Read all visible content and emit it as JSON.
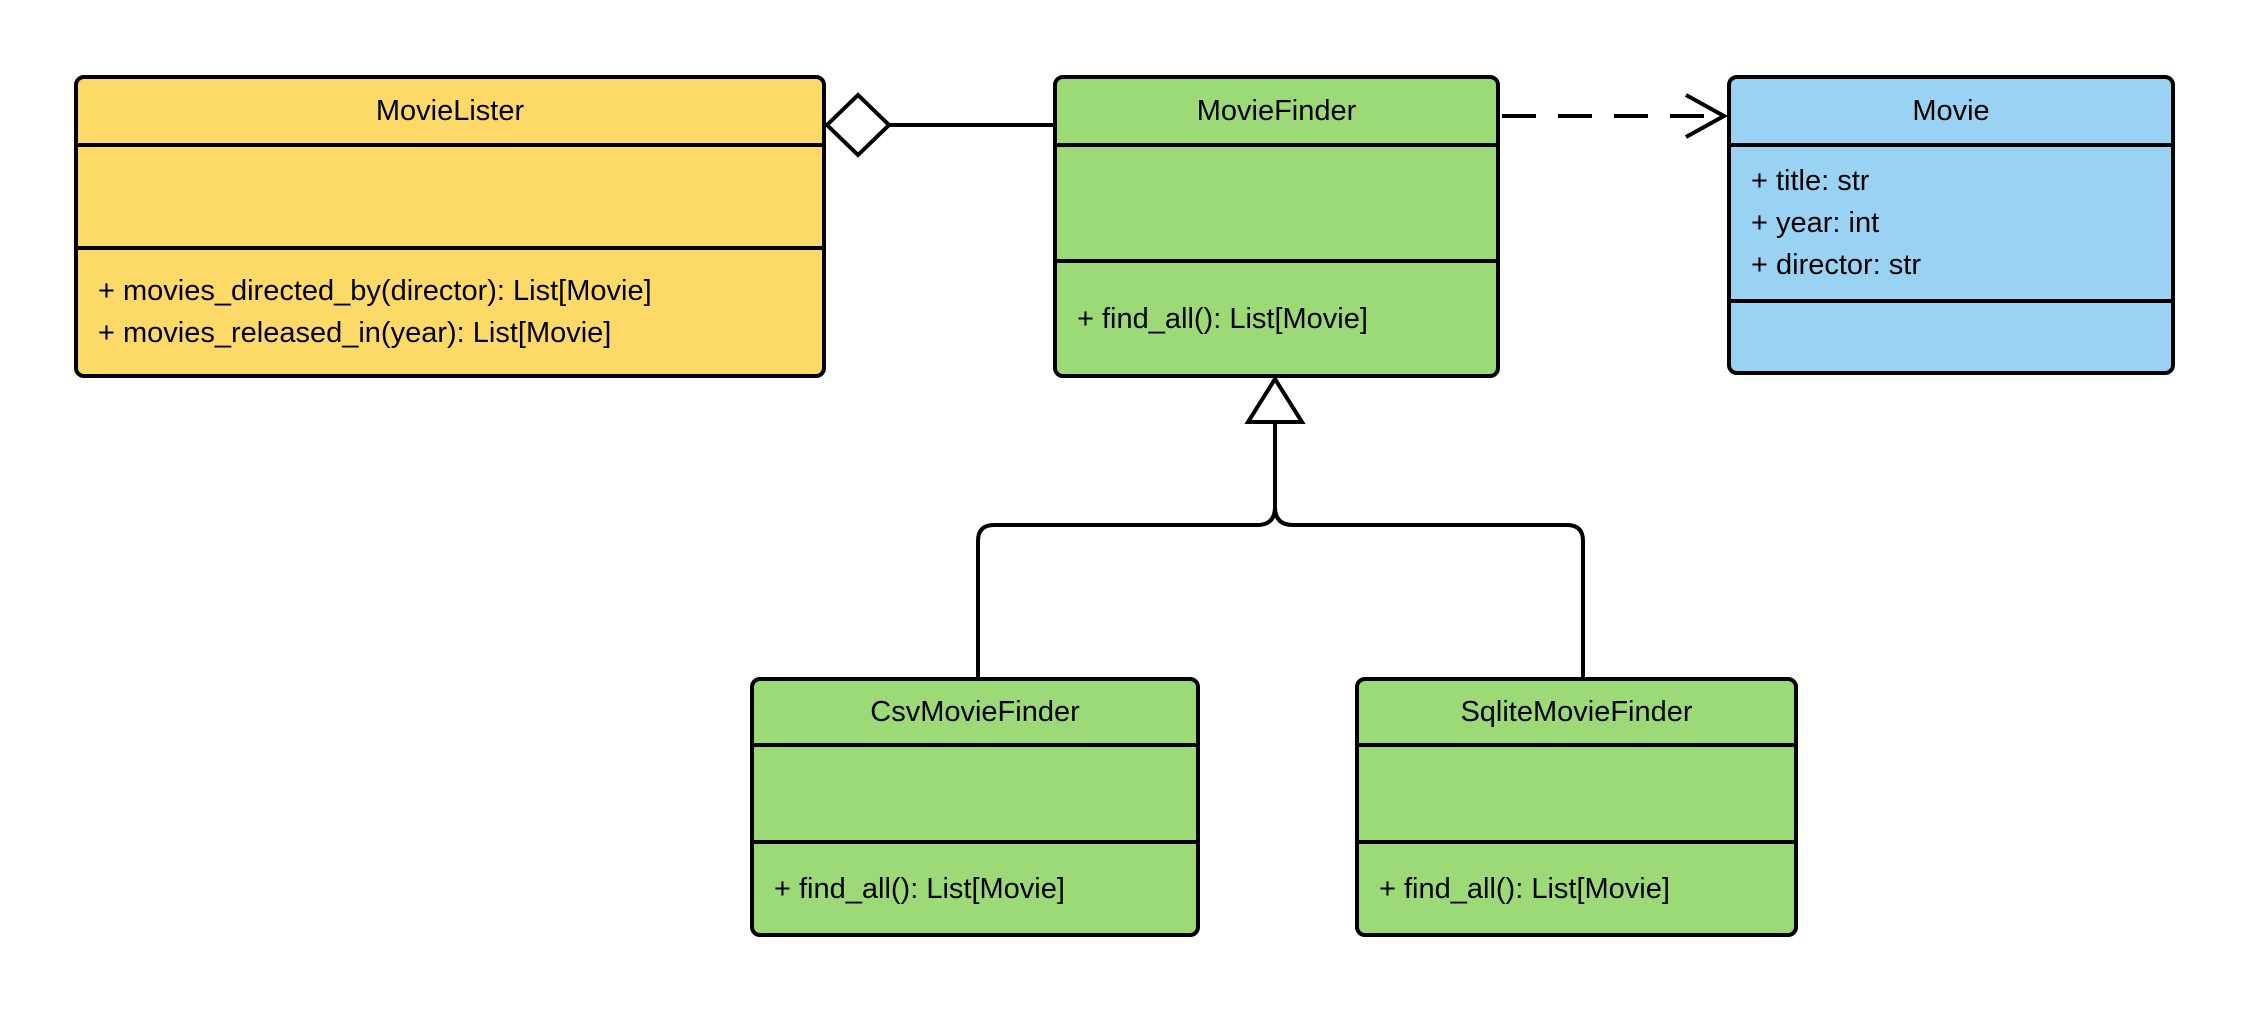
{
  "diagram": {
    "type": "uml-class-diagram",
    "classes": {
      "movielister": {
        "name": "MovieLister",
        "attributes": [],
        "methods": [
          "+ movies_directed_by(director): List[Movie]",
          "+ movies_released_in(year): List[Movie]"
        ],
        "fill": "#FDDA67"
      },
      "moviefinder": {
        "name": "MovieFinder",
        "attributes": [],
        "methods": [
          "+ find_all(): List[Movie]"
        ],
        "fill": "#9CD977"
      },
      "movie": {
        "name": "Movie",
        "attributes": [
          "+ title: str",
          "+ year: int",
          "+ director: str"
        ],
        "methods": [],
        "fill": "#9AD2F3"
      },
      "csvmoviefinder": {
        "name": "CsvMovieFinder",
        "attributes": [],
        "methods": [
          "+ find_all(): List[Movie]"
        ],
        "fill": "#9CD977"
      },
      "sqlitemoviefinder": {
        "name": "SqliteMovieFinder",
        "attributes": [],
        "methods": [
          "+ find_all(): List[Movie]"
        ],
        "fill": "#9CD977"
      }
    },
    "relationships": [
      {
        "type": "aggregation",
        "from": "MovieLister",
        "to": "MovieFinder"
      },
      {
        "type": "dependency",
        "from": "MovieFinder",
        "to": "Movie"
      },
      {
        "type": "inheritance",
        "from": "CsvMovieFinder",
        "to": "MovieFinder"
      },
      {
        "type": "inheritance",
        "from": "SqliteMovieFinder",
        "to": "MovieFinder"
      }
    ],
    "colors": {
      "yellow_fill": "#FDDA67",
      "green_fill": "#9CD977",
      "blue_fill": "#9AD2F3",
      "stroke": "#000000",
      "background": "#FFFFFF"
    }
  }
}
